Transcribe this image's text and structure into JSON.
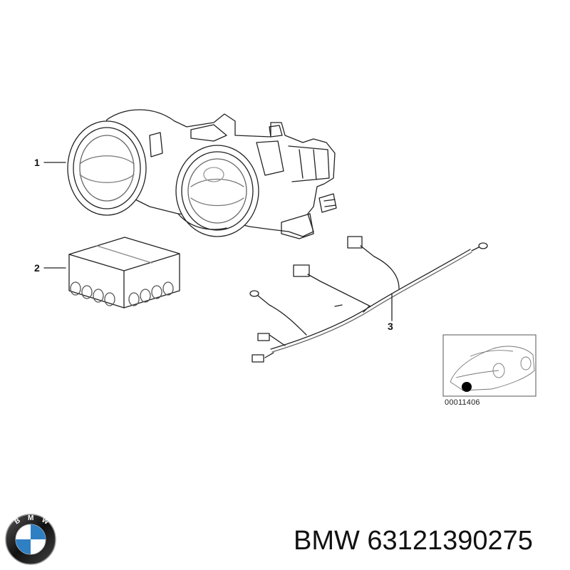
{
  "callouts": {
    "part1": "1",
    "part2": "2",
    "part3": "3"
  },
  "thumbnail": {
    "code": "00011406"
  },
  "brand": {
    "logo_lettering": "BMW",
    "part_label": "BMW 63121390275"
  },
  "colors": {
    "line": "#222222",
    "highlight_dot": "#000000",
    "logo_blue": "#2f7fc3",
    "logo_ring": "#1a1a1a"
  }
}
